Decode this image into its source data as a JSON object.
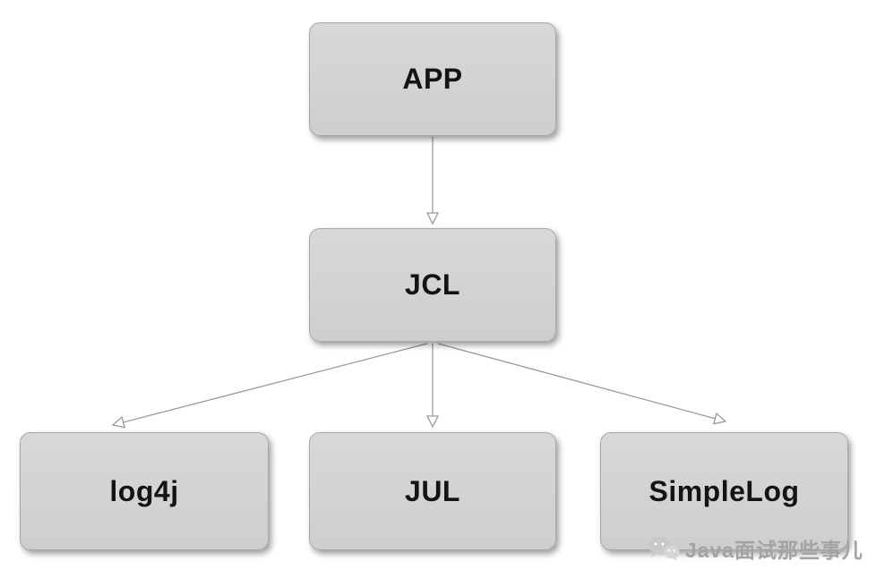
{
  "diagram": {
    "nodes": {
      "app": {
        "label": "APP"
      },
      "jcl": {
        "label": "JCL"
      },
      "log4j": {
        "label": "log4j"
      },
      "jul": {
        "label": "JUL"
      },
      "simplelog": {
        "label": "SimpleLog"
      }
    },
    "edges": [
      {
        "from": "APP",
        "to": "JCL"
      },
      {
        "from": "JCL",
        "to": "log4j"
      },
      {
        "from": "JCL",
        "to": "JUL"
      },
      {
        "from": "JCL",
        "to": "SimpleLog"
      }
    ],
    "colors": {
      "node_fill": "#d2d2d2",
      "node_border": "#a8a8a8",
      "arrow": "#9a9a9a",
      "label_text": "#141414",
      "background": "#ffffff"
    }
  },
  "watermark": {
    "icon": "wechat-icon",
    "text": "Java面试那些事儿",
    "color": "#a3a3a3"
  }
}
